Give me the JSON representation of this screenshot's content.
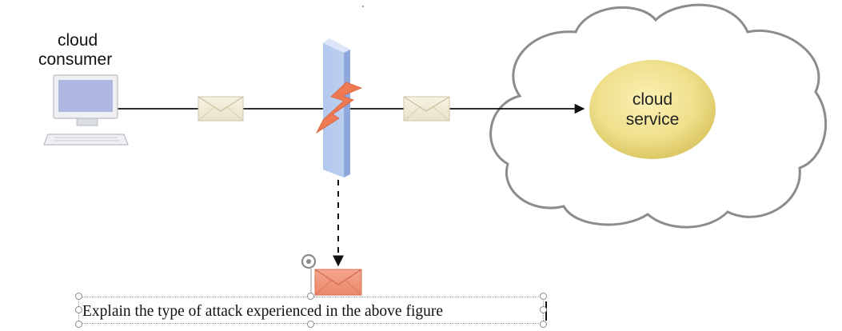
{
  "consumer": {
    "label_line1": "cloud",
    "label_line2": "consumer"
  },
  "service": {
    "label_line1": "cloud",
    "label_line2": "service"
  },
  "caption": {
    "text": "Explain the type of attack experienced in the above figure"
  },
  "colors": {
    "firewall": "#b9cdef",
    "attack_bolt": "#ee7a53",
    "envelope": "#f3eedb",
    "intercepted_envelope": "#f0977a",
    "service_orb": "#eedf8a",
    "cloud_outline": "#8c8c8c"
  }
}
